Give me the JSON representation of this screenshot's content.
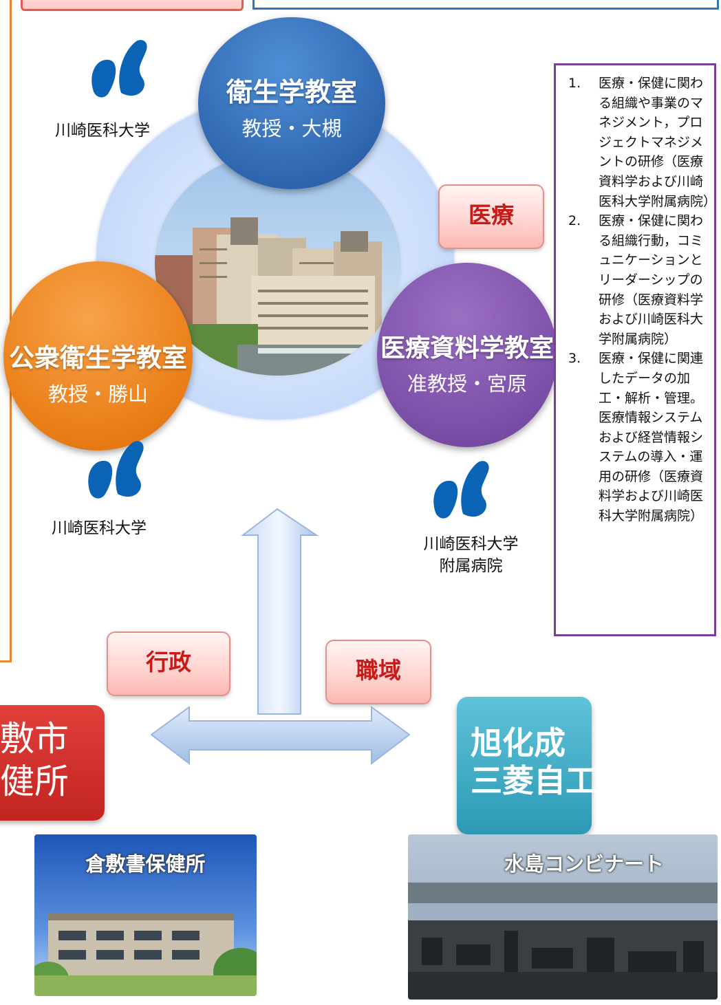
{
  "circles": {
    "top": {
      "title": "衛生学教室",
      "subtitle": "教授・大槻"
    },
    "left": {
      "title": "公衆衛生学教室",
      "subtitle": "教授・勝山"
    },
    "right": {
      "title": "医療資料学教室",
      "subtitle": "准教授・宮原"
    }
  },
  "logos": {
    "top_left": "川崎医科大学",
    "bottom_left": "川崎医科大学",
    "right_line1": "川崎医科大学",
    "right_line2": "附属病院"
  },
  "tags": {
    "medical": "医療",
    "admin": "行政",
    "workplace": "職域"
  },
  "info_list": [
    {
      "num": "1.",
      "text": "医療・保健に関わる組織や事業のマネジメント，プロジェクトマネジメントの研修（医療資料学および川崎医科大学附属病院）"
    },
    {
      "num": "2.",
      "text": "医療・保健に関わる組織行動，コミュニケーションとリーダーシップの研修（医療資料学および川崎医科大学附属病院）"
    },
    {
      "num": "3.",
      "text": "医療・保健に関連したデータの加工・解析・管理。医療情報システムおよび経営情報システムの導入・運用の研修（医療資料学および川崎医科大学附属病院）"
    }
  ],
  "bottom": {
    "red_box_line1": "敷市",
    "red_box_line2": "健所",
    "teal_box_line1": "旭化成",
    "teal_box_line2": "三菱自工",
    "photo_left_label": "倉敷書保健所",
    "photo_right_label": "水島コンビナート"
  },
  "colors": {
    "blue": "#2f66b0",
    "orange": "#ea7d16",
    "purple": "#7b4ea8",
    "logo_blue": "#0b63b6",
    "tag_red": "#c91a1a",
    "info_border": "#7a3d98"
  }
}
